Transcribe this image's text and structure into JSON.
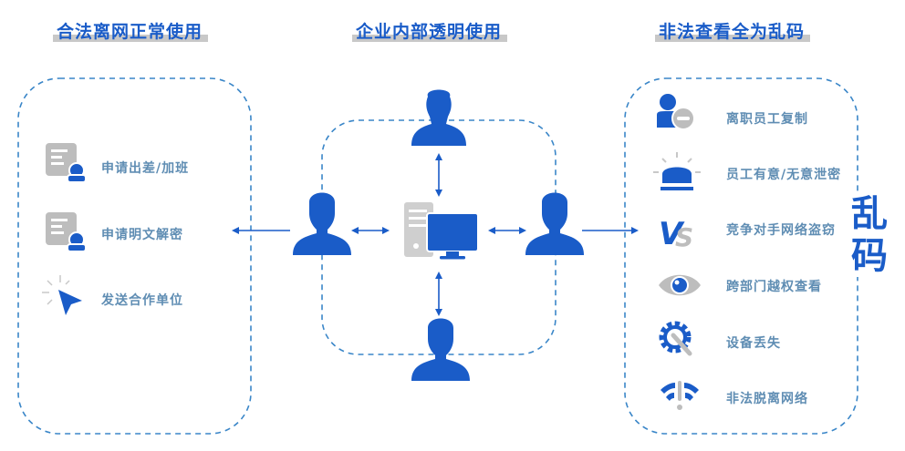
{
  "colors": {
    "accent": "#1a5cc8",
    "text": "#5f8db3",
    "gray": "#bdbdbd",
    "dash": "#3a86c8"
  },
  "sections": {
    "left": {
      "title": "合法离网正常使用",
      "items": [
        {
          "icon": "document-user-icon",
          "label": "申请出差/加班"
        },
        {
          "icon": "document-user-icon",
          "label": "申请明文解密"
        },
        {
          "icon": "cursor-click-icon",
          "label": "发送合作单位"
        }
      ]
    },
    "center": {
      "title": "企业内部透明使用",
      "nodes": [
        "user-top",
        "user-left",
        "computer",
        "user-right",
        "user-bottom"
      ]
    },
    "right": {
      "title": "非法查看全为乱码",
      "items": [
        {
          "icon": "user-remove-icon",
          "label": "离职员工复制"
        },
        {
          "icon": "alarm-light-icon",
          "label": "员工有意/无意泄密"
        },
        {
          "icon": "vs-icon",
          "label": "竞争对手网络盗窃"
        },
        {
          "icon": "eye-icon",
          "label": "跨部门越权查看"
        },
        {
          "icon": "gear-wrench-icon",
          "label": "设备丢失"
        },
        {
          "icon": "wifi-warning-icon",
          "label": "非法脱离网络"
        }
      ],
      "result_label": "乱码"
    }
  }
}
